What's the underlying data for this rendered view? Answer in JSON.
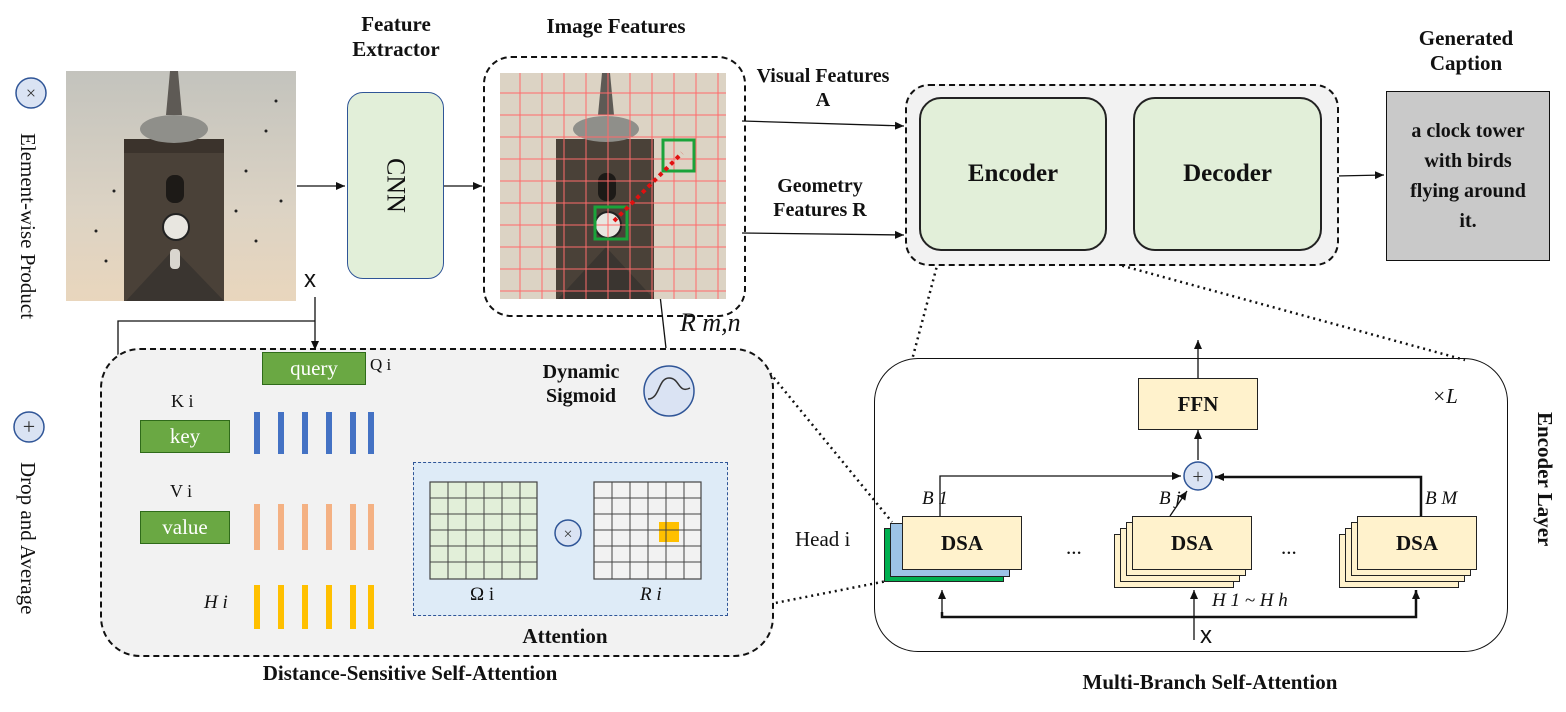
{
  "legend": {
    "elementwise_label": "Element-wise Product",
    "drop_average_label": "Drop and Average"
  },
  "input": {
    "x_label": "x"
  },
  "feature_extractor": {
    "title": "Feature Extractor",
    "cnn_label": "CNN"
  },
  "image_features": {
    "title": "Image Features"
  },
  "flow": {
    "visual_features": "Visual Features A",
    "geometry_features": "Geometry Features R",
    "r_mn": "R m,n"
  },
  "encdec": {
    "encoder": "Encoder",
    "decoder": "Decoder"
  },
  "caption": {
    "title": "Generated Caption",
    "text": "a clock tower with birds flying around it."
  },
  "dssa": {
    "title": "Distance-Sensitive Self-Attention",
    "query": "query",
    "q_sub": "Q i",
    "key": "key",
    "k_sub": "K i",
    "value": "value",
    "v_sub": "V i",
    "h_sub": "H i",
    "dynamic_sigmoid": "Dynamic Sigmoid",
    "attention": "Attention",
    "omega_label": "Ω i",
    "r_label": "R i"
  },
  "mbsa": {
    "title": "Multi-Branch Self-Attention",
    "ffn": "FFN",
    "times_l": "×L",
    "encoder_layer": "Encoder Layer",
    "head_label": "Head i",
    "dsa": "DSA",
    "b1": "B 1",
    "bj": "B j",
    "bm": "B M",
    "ellipsis": "...",
    "h_range": "H 1 ~ H h",
    "x_label": "x"
  },
  "colors": {
    "blue_bar": "#4472c4",
    "salmon_bar": "#f4b183",
    "gold_bar": "#ffc000",
    "green_box": "#e2efd9",
    "green_btn": "#6aa843",
    "yellow_box": "#fff2cc",
    "caption_bg": "#c9c9c9",
    "panel_bg": "#f2f2f2",
    "attention_bg": "#deebf7"
  }
}
